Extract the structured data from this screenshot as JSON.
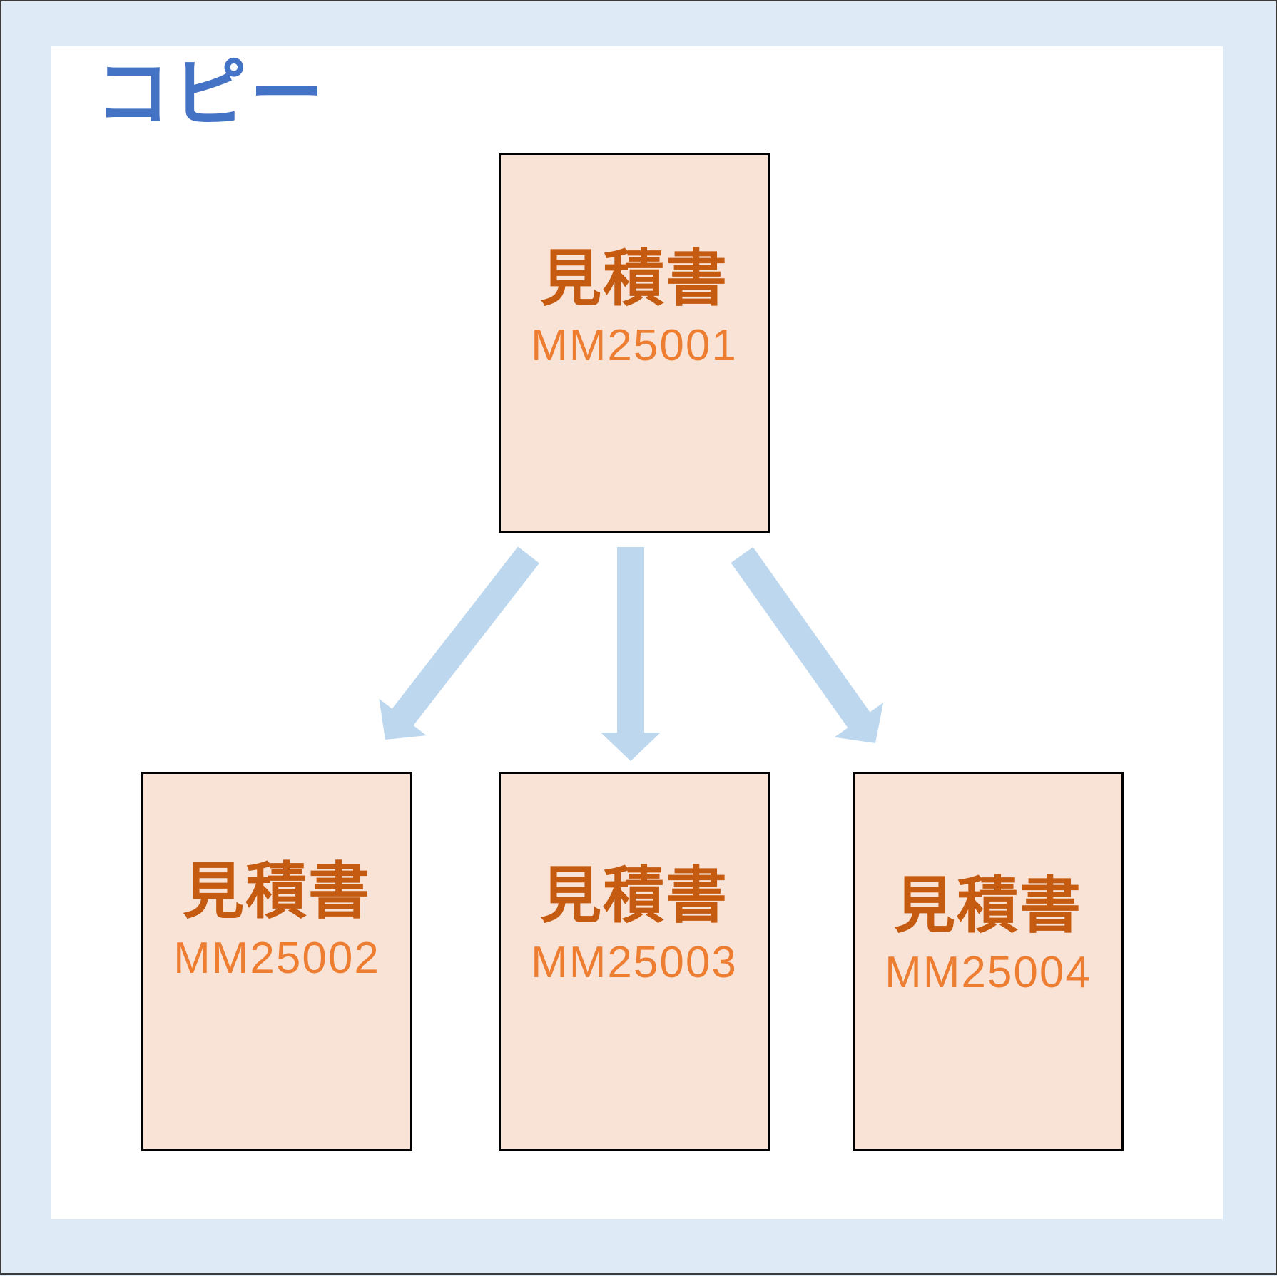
{
  "title": "コピー",
  "source": {
    "label": "見積書",
    "code": "MM25001"
  },
  "copies": [
    {
      "label": "見積書",
      "code": "MM25002"
    },
    {
      "label": "見積書",
      "code": "MM25003"
    },
    {
      "label": "見積書",
      "code": "MM25004"
    }
  ],
  "colors": {
    "arrow": "#BDD7EE",
    "title": "#4472C4",
    "label": "#C55A11",
    "code": "#ED7D31",
    "box": "#F9E3D6"
  }
}
